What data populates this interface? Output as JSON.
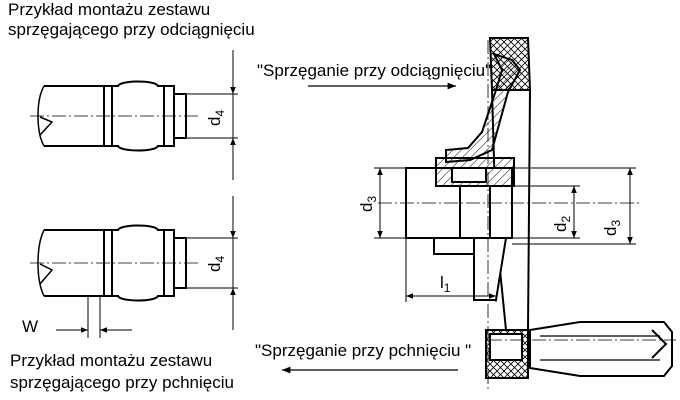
{
  "captions": {
    "top_left_line1": "Przykład montażu zestawu",
    "top_left_line2": "sprzęgającego przy odciągnięciu",
    "bottom_left_line1": "Przykład montażu zestawu",
    "bottom_left_line2": "sprzęgającego przy pchnięciu",
    "pull_label": "\"Sprzęganie przy odciągnięciu\"",
    "push_label": "\"Sprzęganie przy pchnięciu \""
  },
  "dimensions": {
    "d4_top": {
      "main": "d",
      "sub": "4"
    },
    "d4_bottom": {
      "main": "d",
      "sub": "4"
    },
    "w": {
      "main": "W",
      "sub": ""
    },
    "d3_left": {
      "main": "d",
      "sub": "3"
    },
    "d2": {
      "main": "d",
      "sub": "2"
    },
    "d3_right": {
      "main": "d",
      "sub": "3"
    },
    "l1": {
      "main": "l",
      "sub": "1"
    }
  }
}
